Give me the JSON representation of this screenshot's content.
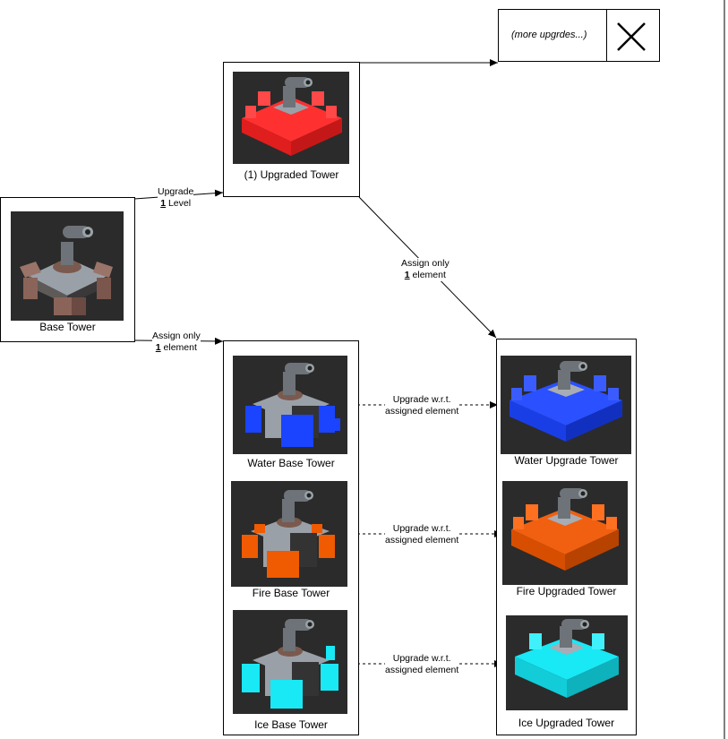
{
  "nodes": {
    "base": "Base Tower",
    "upgraded": "(1) Upgraded Tower",
    "water_base": "Water Base Tower",
    "fire_base": "Fire Base Tower",
    "ice_base": "Ice Base Tower",
    "water_upgrade": "Water Upgrade Tower",
    "fire_upgraded": "Fire Upgraded Tower",
    "ice_upgraded": "Ice Upgraded Tower",
    "more": "(more upgrdes...)"
  },
  "edges": {
    "upgrade_level": {
      "line1": "Upgrade",
      "num": "1",
      "rest": " Level"
    },
    "assign_element_1": {
      "line1": "Assign only",
      "num": "1",
      "rest": " element"
    },
    "assign_element_2": {
      "line1": "Assign only",
      "num": "1",
      "rest": " element"
    },
    "elem_upgrade": {
      "line1": "Upgrade w.r.t.",
      "line2": "assigned element"
    }
  },
  "colors": {
    "base": "#9a7468",
    "red": "#ff2a2a",
    "water": "#1a44ff",
    "fire": "#f05a00",
    "ice": "#19e8f5",
    "thumb_bg": "#2b2b2b"
  },
  "icons": {
    "close": "x-icon"
  }
}
